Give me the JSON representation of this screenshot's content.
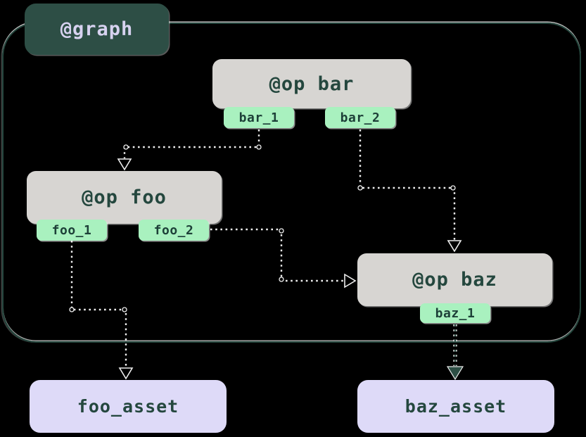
{
  "graph": {
    "label": "@graph"
  },
  "nodes": [
    {
      "id": "op-bar",
      "label": "@op bar",
      "outputs": [
        {
          "label": "bar_1"
        },
        {
          "label": "bar_2"
        }
      ]
    },
    {
      "id": "op-foo",
      "label": "@op foo",
      "outputs": [
        {
          "label": "foo_1"
        },
        {
          "label": "foo_2"
        }
      ]
    },
    {
      "id": "op-baz",
      "label": "@op baz",
      "outputs": [
        {
          "label": "baz_1"
        }
      ]
    }
  ],
  "assets": [
    {
      "label": "foo_asset"
    },
    {
      "label": "baz_asset"
    }
  ],
  "edges": [
    {
      "from": "bar_1",
      "to": "op-foo",
      "arrow": "hollow"
    },
    {
      "from": "bar_2",
      "to": "op-baz",
      "arrow": "hollow"
    },
    {
      "from": "foo_2",
      "to": "op-baz",
      "arrow": "hollow"
    },
    {
      "from": "foo_1",
      "to": "foo_asset",
      "arrow": "hollow"
    },
    {
      "from": "baz_1",
      "to": "baz_asset",
      "arrow": "filled"
    }
  ],
  "colors": {
    "border": "#24463d",
    "graph_bg": "#2d4e45",
    "graph_text": "#d7d2f0",
    "op_bg": "#d7d5d2",
    "op_text": "#24473e",
    "tag_bg": "#a9f1bf",
    "tag_text": "#1d4038",
    "asset_bg": "#dedaf8",
    "asset_text": "#24473e",
    "edge_light": "#efefef",
    "edge_dark": "#2d4f45"
  }
}
